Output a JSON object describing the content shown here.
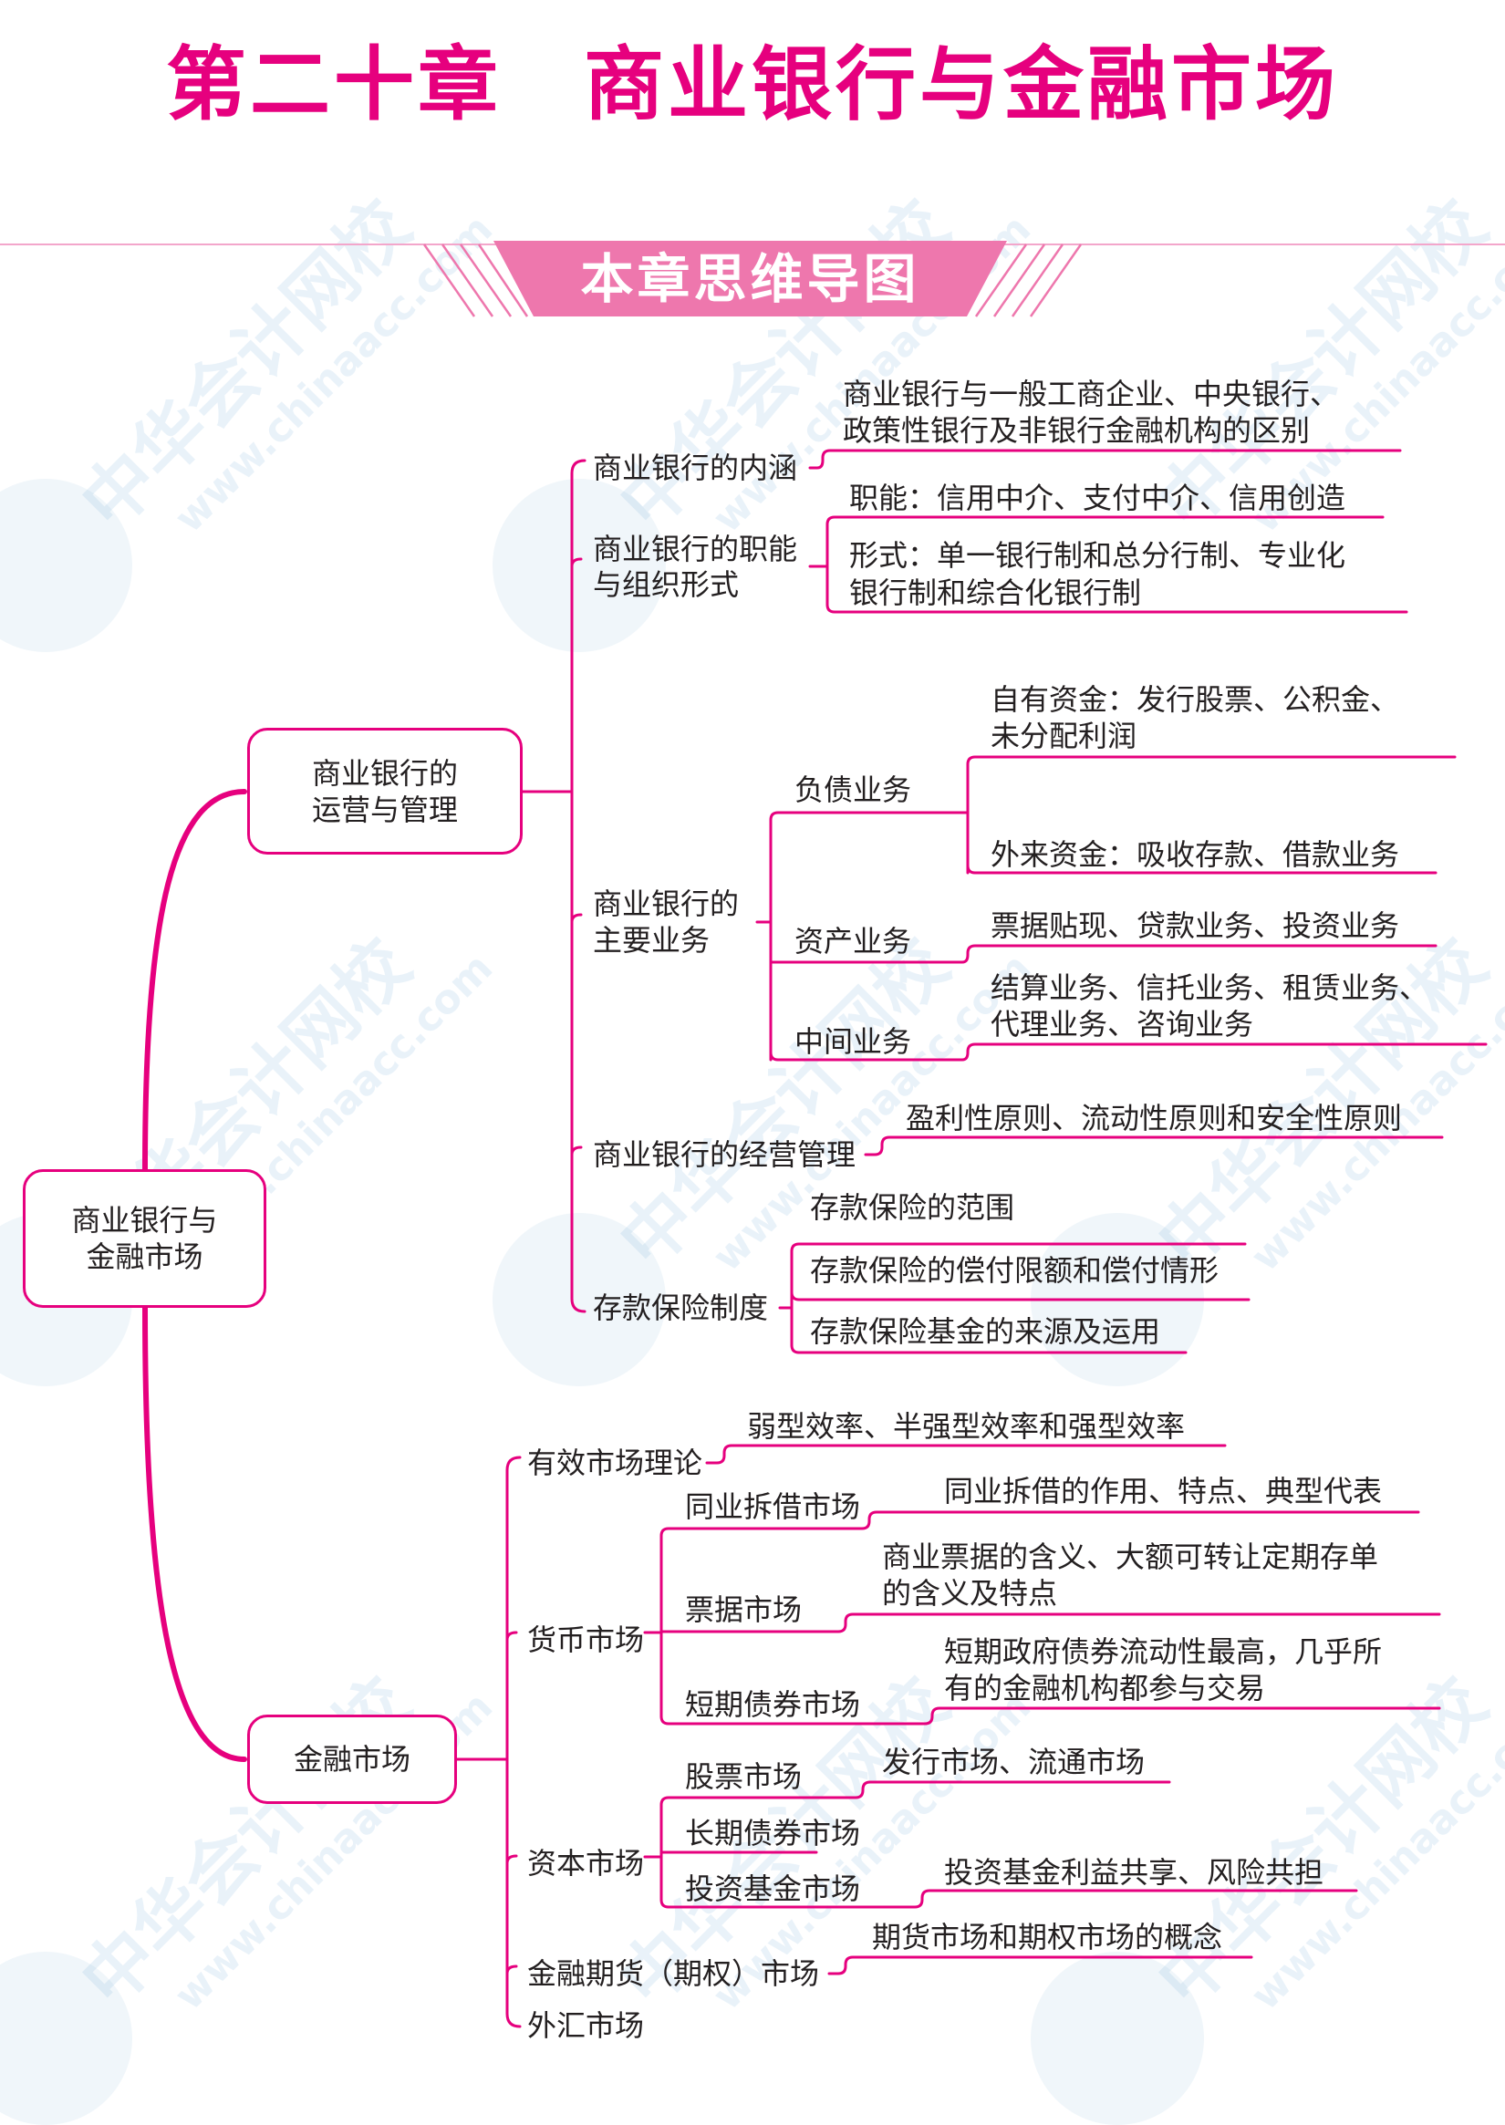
{
  "title": {
    "chapter": "第二十章",
    "name": "商业银行与金融市场"
  },
  "banner": "本章思维导图",
  "watermark": {
    "cn": "中华会计网校",
    "en": "www.chinaacc.com"
  },
  "colors": {
    "accent": "#e6007e",
    "text": "#231f20"
  },
  "root": {
    "lines": [
      "商业银行与",
      "金融市场"
    ]
  },
  "bank": {
    "lines": [
      "商业银行的",
      "运营与管理"
    ],
    "connotation": {
      "label": "商业银行的内涵",
      "leaf": [
        "商业银行与一般工商企业、中央银行、",
        "政策性银行及非银行金融机构的区别"
      ]
    },
    "function": {
      "label": [
        "商业银行的职能",
        "与组织形式"
      ],
      "leaf1": "职能：信用中介、支付中介、信用创造",
      "leaf2": [
        "形式：单一银行制和总分行制、专业化",
        "银行制和综合化银行制"
      ]
    },
    "business": {
      "label": [
        "商业银行的",
        "主要业务"
      ],
      "liability": {
        "label": "负债业务",
        "own": [
          "自有资金：发行股票、公积金、",
          "未分配利润"
        ],
        "external": "外来资金：吸收存款、借款业务"
      },
      "asset": {
        "label": "资产业务",
        "leaf": "票据贴现、贷款业务、投资业务"
      },
      "intermediate": {
        "label": "中间业务",
        "leaf": [
          "结算业务、信托业务、租赁业务、",
          "代理业务、咨询业务"
        ]
      }
    },
    "management": {
      "label": "商业银行的经营管理",
      "leaf": "盈利性原则、流动性原则和安全性原则"
    },
    "insurance": {
      "label": "存款保险制度",
      "leaves": [
        "存款保险的范围",
        "存款保险的偿付限额和偿付情形",
        "存款保险基金的来源及运用"
      ]
    }
  },
  "market": {
    "label": "金融市场",
    "efficient": {
      "label": "有效市场理论",
      "leaf": "弱型效率、半强型效率和强型效率"
    },
    "money": {
      "label": "货币市场",
      "interbank": {
        "label": "同业拆借市场",
        "leaf": "同业拆借的作用、特点、典型代表"
      },
      "bill": {
        "label": "票据市场",
        "leaf": [
          "商业票据的含义、大额可转让定期存单",
          "的含义及特点"
        ]
      },
      "short_bond": {
        "label": "短期债券市场",
        "leaf": [
          "短期政府债券流动性最高，几乎所",
          "有的金融机构都参与交易"
        ]
      }
    },
    "capital": {
      "label": "资本市场",
      "stock": {
        "label": "股票市场",
        "leaf": "发行市场、流通市场"
      },
      "long_bond": {
        "label": "长期债券市场"
      },
      "fund": {
        "label": "投资基金市场",
        "leaf": "投资基金利益共享、风险共担"
      }
    },
    "futures": {
      "label": "金融期货（期权）市场",
      "leaf": "期货市场和期权市场的概念"
    },
    "forex": {
      "label": "外汇市场"
    }
  }
}
